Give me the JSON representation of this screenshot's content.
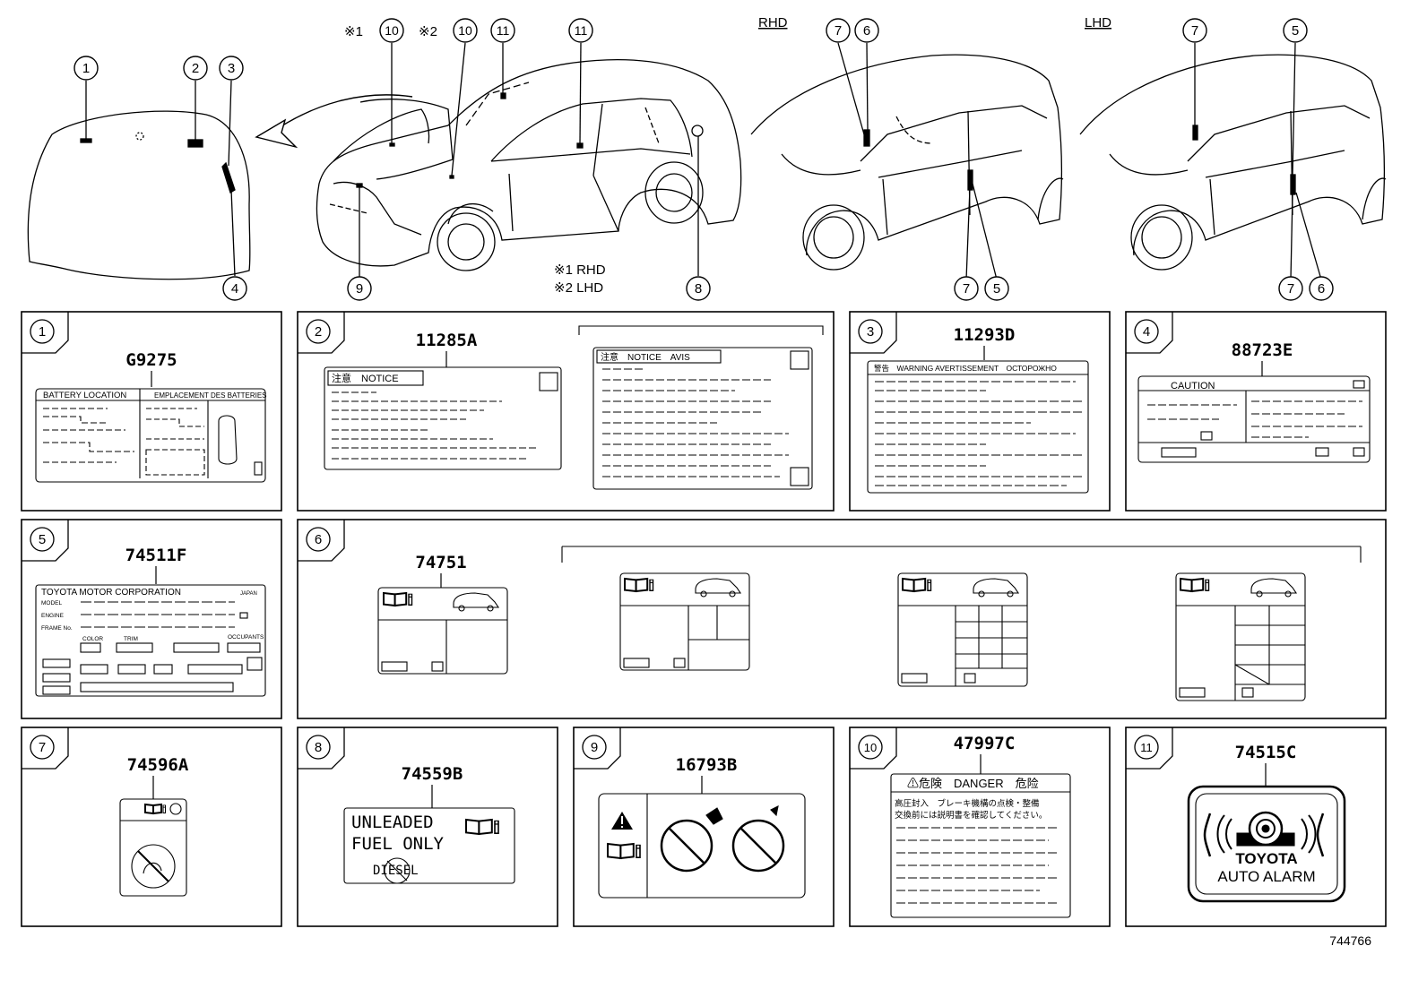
{
  "figure_id": "744766",
  "hood_callouts": [
    "1",
    "2",
    "3",
    "4"
  ],
  "car_callouts": {
    "c10a": "10",
    "c10b": "10",
    "c11a": "11",
    "c11b": "11",
    "c8": "8",
    "c9": "9"
  },
  "footnotes": {
    "m1": "※1",
    "m2": "※2",
    "n1": "※1 RHD",
    "n2": "※2 LHD"
  },
  "rhd": {
    "title": "RHD",
    "callouts": {
      "t7": "7",
      "t6": "6",
      "b7": "7",
      "b5": "5"
    }
  },
  "lhd": {
    "title": "LHD",
    "callouts": {
      "t7": "7",
      "t5": "5",
      "b7": "7",
      "b6": "6"
    }
  },
  "panels": [
    {
      "num": "1",
      "part": "G9275",
      "texts": [
        "BATTERY LOCATION",
        "EMPLACEMENT DES BATTERIES"
      ]
    },
    {
      "num": "2",
      "part": "11285A",
      "texts": [
        "注意　NOTICE",
        "注意　NOTICE　AVIS"
      ]
    },
    {
      "num": "3",
      "part": "11293D",
      "texts": [
        "警告　WARNING AVERTISSEMENT　ОСТОРОЖНО"
      ]
    },
    {
      "num": "4",
      "part": "88723E",
      "texts": [
        "CAUTION"
      ]
    },
    {
      "num": "5",
      "part": "74511F",
      "texts": [
        "TOYOTA MOTOR CORPORATION",
        "JAPAN",
        "MODEL",
        "ENGINE",
        "FRAME No.",
        "COLOR",
        "TRIM",
        "OCCUPANTS"
      ]
    },
    {
      "num": "6",
      "part": "74751",
      "texts": []
    },
    {
      "num": "7",
      "part": "74596A",
      "texts": []
    },
    {
      "num": "8",
      "part": "74559B",
      "texts": [
        "UNLEADED",
        "FUEL ONLY",
        "DIESEL"
      ]
    },
    {
      "num": "9",
      "part": "16793B",
      "texts": []
    },
    {
      "num": "10",
      "part": "47997C",
      "texts": [
        "⚠危険　DANGER　危险",
        "高圧封入　ブレーキ機構の点検・整備",
        "交換前には説明書を確認してください。"
      ]
    },
    {
      "num": "11",
      "part": "74515C",
      "texts": [
        "TOYOTA",
        "AUTO ALARM"
      ]
    }
  ],
  "colors": {
    "line": "#000000",
    "paper": "#ffffff"
  }
}
